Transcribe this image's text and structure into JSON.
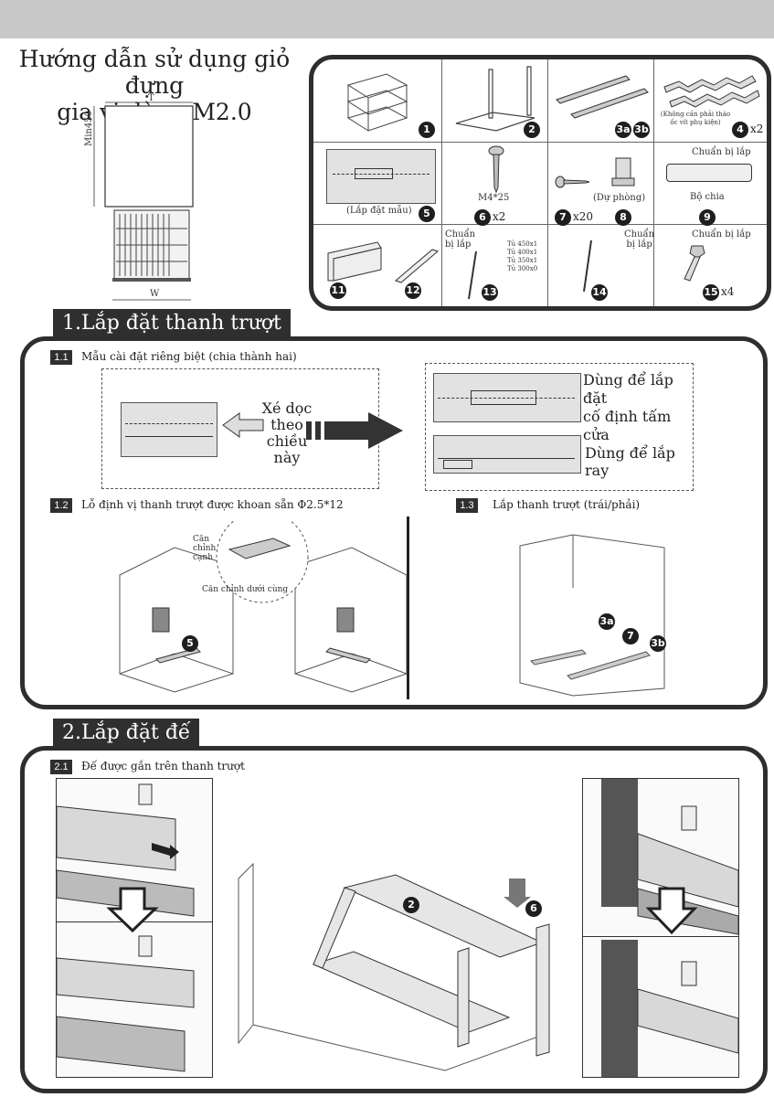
{
  "header": {
    "title_line1": "Hướng dẫn sử dụng giỏ đựng",
    "title_line2": "gia vị dòng M2.0"
  },
  "dimensions": {
    "t": "T",
    "min": "Min450",
    "w": "W"
  },
  "parts": {
    "p1": "1",
    "p2": "2",
    "p3a": "3a",
    "p3b": "3b",
    "p4_note_line1": "(Không cần phải tháo",
    "p4_note_line2": "ốc vít phụ kiện)",
    "p4": "4",
    "p4_qty": "x2",
    "p5_caption": "(Lắp đặt mẫu)",
    "p5": "5",
    "p6_label": "M4*25",
    "p6": "6",
    "p6_qty": "x2",
    "p7": "7",
    "p7_qty": "x20",
    "p8_caption": "(Dự phòng)",
    "p8": "8",
    "p9_prep": "Chuẩn bị lắp",
    "p9_caption": "Bộ chia",
    "p9": "9",
    "p11": "11",
    "p12": "12",
    "p13_prep_line1": "Chuẩn",
    "p13_prep_line2": "bị lắp",
    "p13_sizes": [
      "Tủ 450x1",
      "Tủ 400x1",
      "Tủ 350x1",
      "Tủ 300x0"
    ],
    "p13": "13",
    "p14_prep_line1": "Chuẩn",
    "p14_prep_line2": "bị lắp",
    "p14": "14",
    "p15_prep": "Chuẩn bị lắp",
    "p15": "15",
    "p15_qty": "x4"
  },
  "section1": {
    "title": "1.Lắp đặt thanh trượt",
    "s11_tag": "1.1",
    "s11_text": "Mẫu cài đặt riêng biệt (chia thành hai)",
    "tear_line1": "Xé dọc",
    "tear_line2": "theo",
    "tear_line3": "chiều",
    "tear_line4": "này",
    "door_line1": "Dùng để lắp đặt",
    "door_line2": "cố định tấm cửa",
    "rail_text": "Dùng để lắp ray",
    "s12_tag": "1.2",
    "s12_text": "Lỗ định vị thanh trượt được khoan sẵn Φ2.5*12",
    "align_side_line1": "Căn",
    "align_side_line2": "chỉnh",
    "align_side_line3": "cạnh",
    "align_bottom": "Căn chỉnh dưới cùng",
    "s13_tag": "1.3",
    "s13_text": "Lắp thanh trượt (trái/phải)",
    "mark5": "5",
    "mark3a": "3a",
    "mark7": "7",
    "mark3b": "3b"
  },
  "section2": {
    "title": "2.Lắp đặt đế",
    "s21_tag": "2.1",
    "s21_text": "Đế được gắn trên thanh trượt",
    "mark2": "2",
    "mark6": "6"
  }
}
